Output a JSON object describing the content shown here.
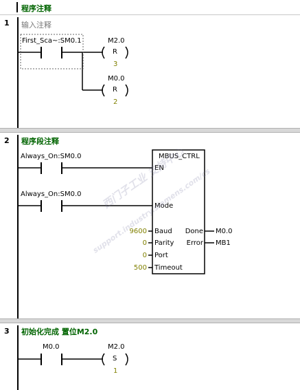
{
  "header": {
    "title": "程序注释"
  },
  "networks": [
    {
      "number": "1",
      "comment": "输入注释",
      "contact": {
        "label": "First_Sca~:SM0.1"
      },
      "coils": [
        {
          "address": "M2.0",
          "op": "R",
          "count": "3"
        },
        {
          "address": "M0.0",
          "op": "R",
          "count": "2"
        }
      ]
    },
    {
      "number": "2",
      "comment": "程序段注释",
      "contacts": [
        {
          "label": "Always_On:SM0.0"
        },
        {
          "label": "Always_On:SM0.0"
        }
      ],
      "box": {
        "name": "MBUS_CTRL",
        "en": "EN",
        "mode": "Mode",
        "inputs": [
          {
            "value": "9600",
            "pin": "Baud"
          },
          {
            "value": "0",
            "pin": "Parity"
          },
          {
            "value": "0",
            "pin": "Port"
          },
          {
            "value": "500",
            "pin": "Timeout"
          }
        ],
        "outputs": [
          {
            "pin": "Done",
            "value": "M0.0"
          },
          {
            "pin": "Error",
            "value": "MB1"
          }
        ]
      },
      "watermark": {
        "line1": "西门子工业  支持中心",
        "line2": "support.industry.siemens.com/cs"
      }
    },
    {
      "number": "3",
      "comment": "初始化完成 置位M2.0",
      "contact": {
        "label": "M0.0"
      },
      "coil": {
        "address": "M2.0",
        "op": "S",
        "count": "1"
      }
    }
  ]
}
